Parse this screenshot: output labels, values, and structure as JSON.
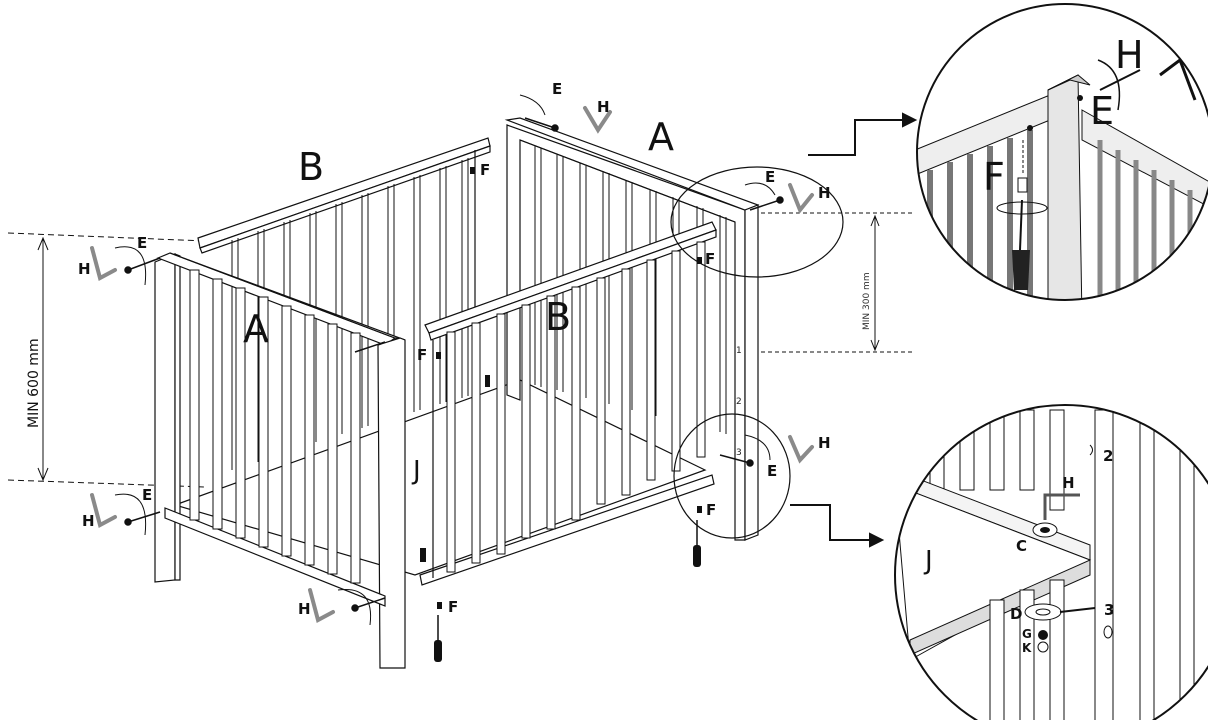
{
  "labels": {
    "A": "A",
    "B": "B",
    "E": "E",
    "H": "H",
    "F": "F",
    "J": "J",
    "C": "C",
    "D": "D",
    "G": "G",
    "K": "K"
  },
  "dimensions": {
    "min600": "MIN  600  mm",
    "min300": "MIN 300 mm"
  },
  "height_marks": [
    "1",
    "2",
    "3"
  ],
  "colors": {
    "line": "#111111",
    "hook_grey": "#8a8a8a",
    "panel_fill": "#ffffff"
  }
}
